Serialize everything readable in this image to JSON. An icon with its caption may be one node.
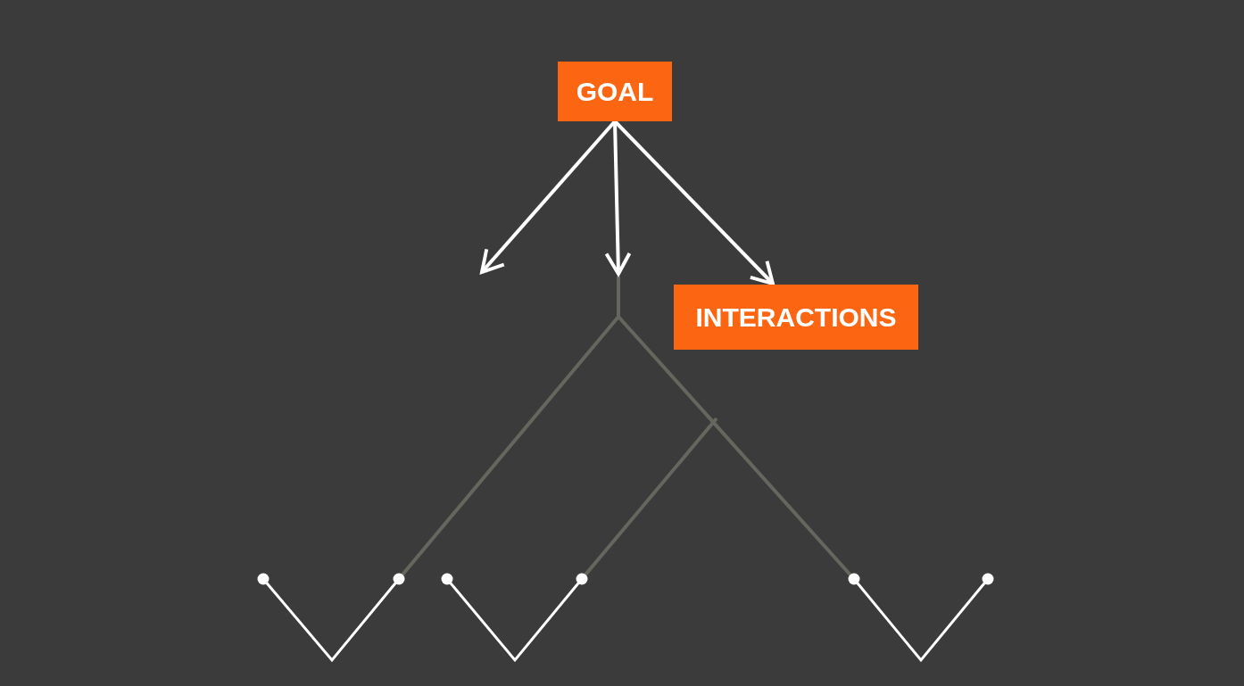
{
  "diagram": {
    "nodes": [
      {
        "text": [
          "GOAL"
        ]
      },
      {
        "text": [
          "INTERACTIONS"
        ]
      }
    ],
    "edges": [
      {
        "from": 0,
        "to": null,
        "arrow": "to"
      },
      {
        "from": 0,
        "to": null,
        "arrow": "to"
      },
      {
        "from": 0,
        "to": 1,
        "arrow": "to"
      }
    ]
  }
}
